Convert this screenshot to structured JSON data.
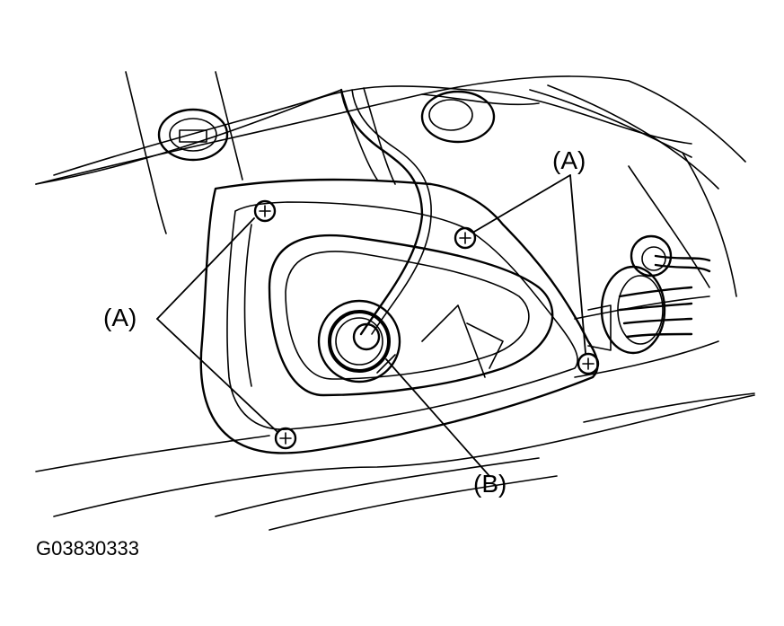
{
  "labels": {
    "callout_a_left": "(A)",
    "callout_a_right": "(A)",
    "callout_b": "(B)"
  },
  "figure_code": "G03830333",
  "colors": {
    "ink": "#000000",
    "background": "#ffffff"
  }
}
